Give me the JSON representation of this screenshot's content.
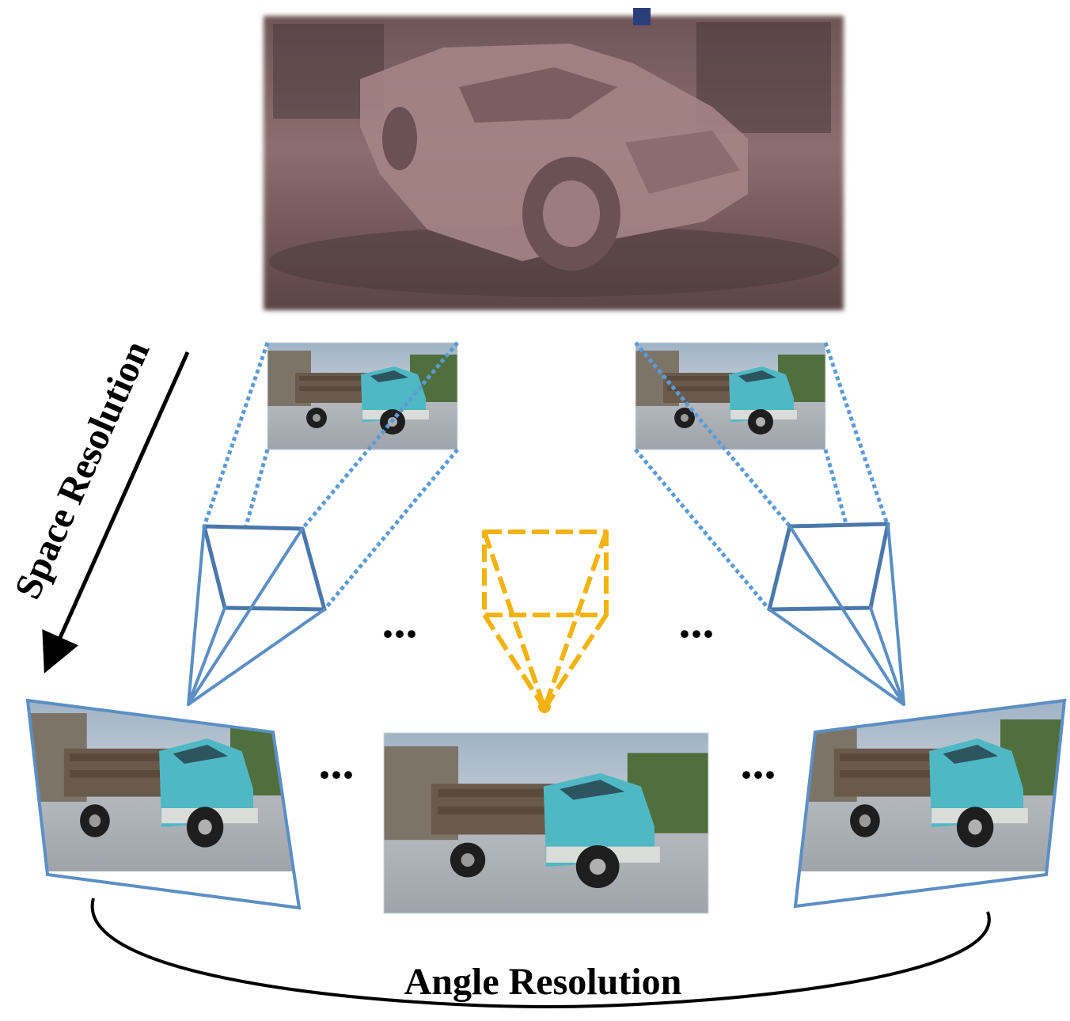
{
  "labels": {
    "space_resolution": "Space Resolution",
    "angle_resolution": "Angle Resolution",
    "ellipsis": "..."
  },
  "colors": {
    "camera_blue": "#5b8fc4",
    "camera_blue_dark": "#4a78aa",
    "projection_dotted": "#5b9bd5",
    "virtual_camera": "#f2b30f",
    "arrow": "#000000",
    "reconstruction_tint": "#8a6a6a"
  },
  "icons": {
    "reconstruction": "mesh-reconstruction-image",
    "photo": "truck-photo-image",
    "camera": "camera-frustum-icon",
    "virtual_camera": "virtual-camera-frustum-icon"
  }
}
